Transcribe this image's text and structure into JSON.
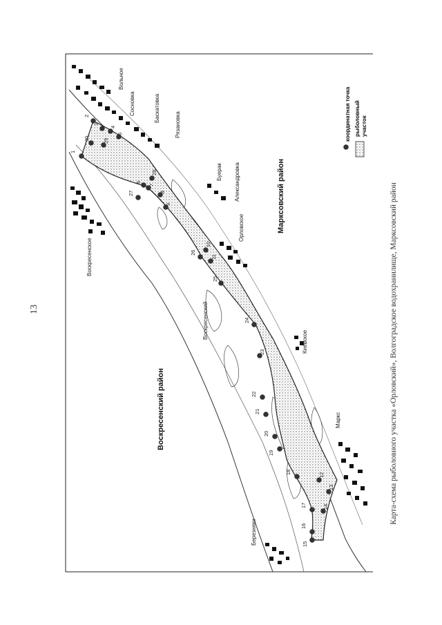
{
  "page_number": "13",
  "caption": "Карта-схема рыболовного участка «Орловский», Волгоградское водохранилище, Марксовский район",
  "map": {
    "districts": [
      {
        "id": "voskresensky",
        "name": "Воскресенский район"
      },
      {
        "id": "marksovsky",
        "name": "Марксовский район"
      }
    ],
    "settlements": [
      {
        "id": "voskresenskoe",
        "name": "Воскресенское"
      },
      {
        "id": "voskresensky-village",
        "name": "Воскресенский"
      },
      {
        "id": "berezniaki",
        "name": "Березняки"
      },
      {
        "id": "volnoe",
        "name": "Вольное"
      },
      {
        "id": "sosnovka",
        "name": "Сосновка"
      },
      {
        "id": "baskatovka",
        "name": "Баскатовка"
      },
      {
        "id": "ryazanovka",
        "name": "Рязановка"
      },
      {
        "id": "buerak",
        "name": "Буерак"
      },
      {
        "id": "aleksandrovka",
        "name": "Александровка"
      },
      {
        "id": "orlovskoe",
        "name": "Орловское"
      },
      {
        "id": "kievskoe",
        "name": "Киевское"
      },
      {
        "id": "marks",
        "name": "Маркс"
      }
    ],
    "points": [
      "1",
      "2",
      "3",
      "4",
      "5",
      "6",
      "7",
      "8",
      "9",
      "10",
      "11",
      "12",
      "13",
      "14",
      "15",
      "16",
      "17",
      "18",
      "19",
      "20",
      "21",
      "22",
      "23",
      "24",
      "25",
      "26",
      "27",
      "28",
      "29",
      "30"
    ],
    "legend": {
      "point_label": "координатная точка",
      "area_label_line1": "рыболовный",
      "area_label_line2": "участок"
    }
  }
}
